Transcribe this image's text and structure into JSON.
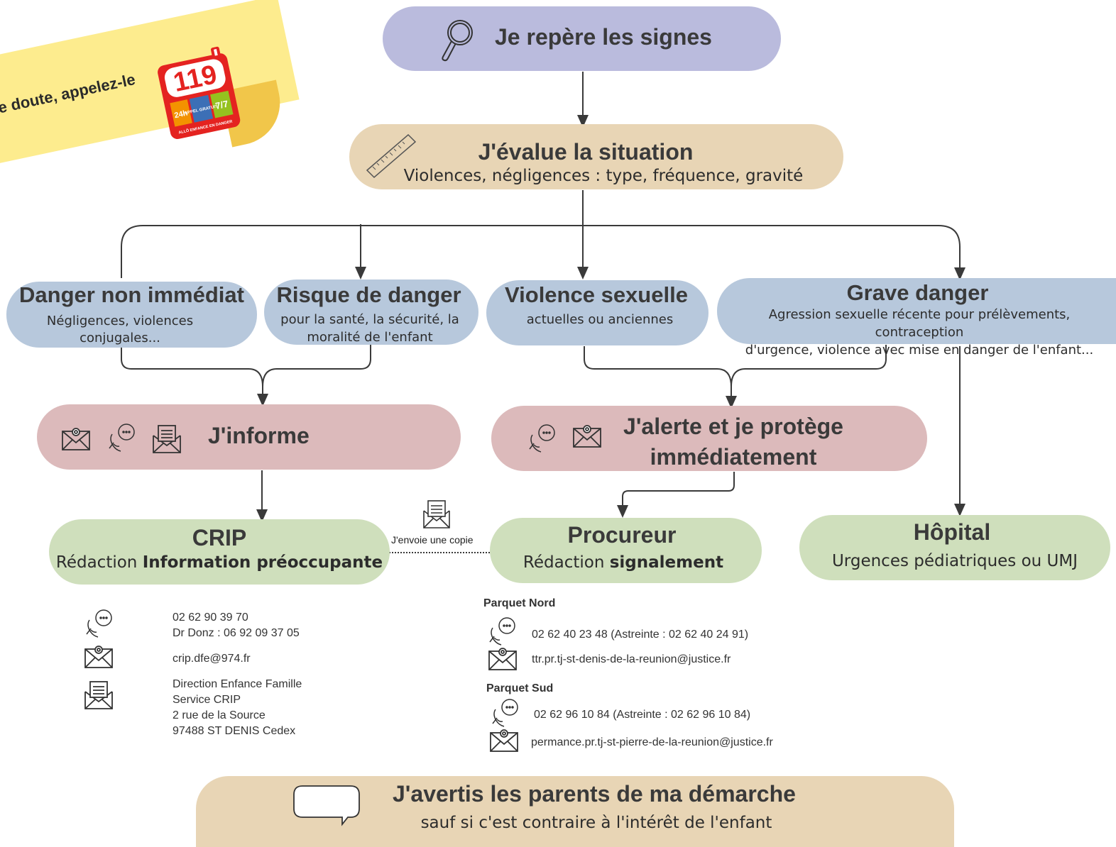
{
  "banner": {
    "text": "e doute, appelez-le",
    "logo": {
      "number": "119",
      "badge_hours": "24h",
      "badge_appel": "APPEL GRATUIT",
      "badge_days": "7/7",
      "footer": "ALLÔ ENFANCE EN DANGER"
    }
  },
  "steps": {
    "reperer": {
      "title": "Je repère les signes",
      "icon": "magnifier-icon"
    },
    "evaluer": {
      "title": "J'évalue la situation",
      "subtitle": "Violences, négligences : type, fréquence, gravité",
      "icon": "ruler-icon"
    },
    "avertir": {
      "title": "J'avertis les parents de ma démarche",
      "subtitle": "sauf si c'est contraire à l'intérêt de l'enfant",
      "icon": "speech-bubble-icon"
    }
  },
  "categories": [
    {
      "title": "Danger non immédiat",
      "subtitle_lines": [
        "Négligences, violences",
        "conjugales..."
      ]
    },
    {
      "title": "Risque de danger",
      "subtitle_lines": [
        "pour la santé, la sécurité, la",
        "moralité de l'enfant"
      ]
    },
    {
      "title": "Violence sexuelle",
      "subtitle_lines": [
        "actuelles ou anciennes"
      ]
    },
    {
      "title": "Grave danger",
      "subtitle_lines": [
        "Agression sexuelle récente pour prélèvements, contraception",
        "d'urgence, violence avec mise en danger de l'enfant..."
      ]
    }
  ],
  "actions": {
    "informe": {
      "title": "J'informe"
    },
    "alerte": {
      "title_lines": [
        "J'alerte et je protège",
        "immédiatement"
      ]
    }
  },
  "destinations": {
    "crip": {
      "title": "CRIP",
      "subtitle_prefix": "Rédaction ",
      "subtitle_bold": "Information préoccupante"
    },
    "procureur": {
      "title": "Procureur",
      "subtitle_prefix": "Rédaction ",
      "subtitle_bold": "signalement"
    },
    "hopital": {
      "title": "Hôpital",
      "subtitle": "Urgences pédiatriques ou UMJ"
    }
  },
  "copy_note": "J'envoie  une copie",
  "crip_contacts": {
    "phone_lines": [
      "02 62 90 39 70",
      "Dr Donz : 06 92 09 37 05"
    ],
    "email": "crip.dfe@974.fr",
    "address_lines": [
      "Direction Enfance Famille",
      "Service CRIP",
      "2 rue de la Source",
      "97488 ST DENIS Cedex"
    ]
  },
  "parquets": [
    {
      "name": "Parquet Nord",
      "phone": "02 62 40 23 48  (Astreinte : 02 62 40 24 91)",
      "email": "ttr.pr.tj-st-denis-de-la-reunion@justice.fr"
    },
    {
      "name": "Parquet Sud",
      "phone": "02 62 96 10 84  (Astreinte : 02 62 96 10 84)",
      "email": "permance.pr.tj-st-pierre-de-la-reunion@justice.fr"
    }
  ],
  "colors": {
    "violet": "#babbdd",
    "beige": "#e8d5b5",
    "blue": "#b7c8dc",
    "pink": "#dcbabb",
    "green": "#cfdfbc",
    "connector": "#3a3a3a",
    "banner": "#fdec8e"
  }
}
